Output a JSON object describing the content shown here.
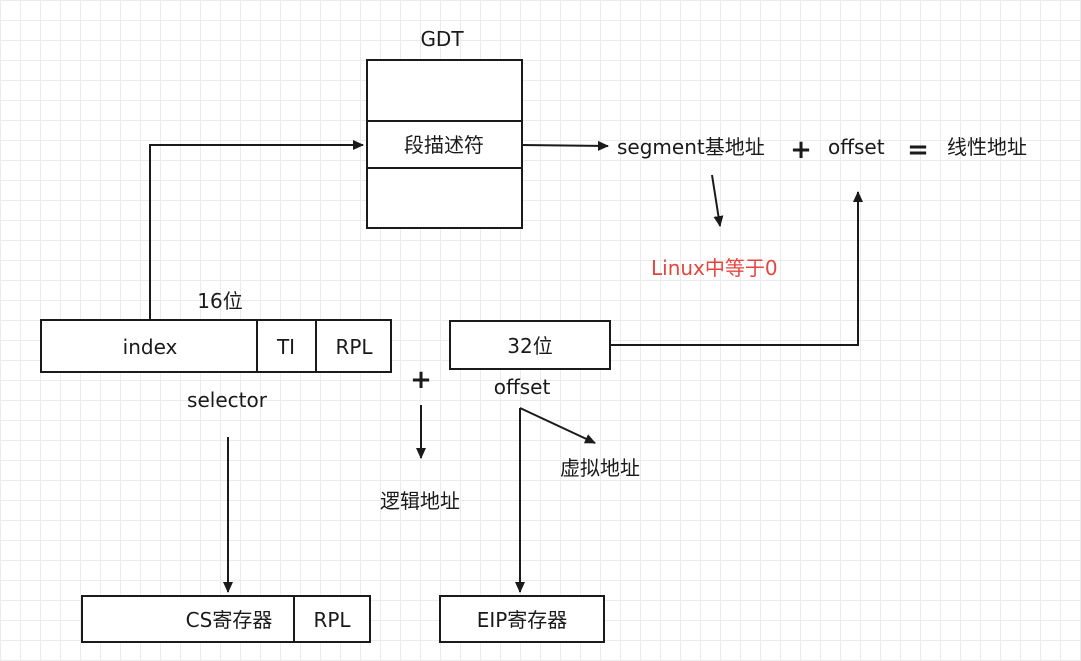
{
  "gdt": {
    "title": "GDT",
    "descriptor": "段描述符"
  },
  "selector": {
    "bits_label": "16位",
    "fields": [
      "index",
      "TI",
      "RPL"
    ],
    "name": "selector"
  },
  "plus_logical": "+",
  "offset_field": {
    "bits_label": "32位",
    "name": "offset"
  },
  "logical_address": "逻辑地址",
  "virtual_address": "虚拟地址",
  "formula": {
    "base": "segment基地址",
    "plus": "+",
    "offset": "offset",
    "equals": "=",
    "result": "线性地址"
  },
  "linux_note": "Linux中等于0",
  "registers": {
    "cs_label": "CS寄存器",
    "cs_rpl": "RPL",
    "eip_label": "EIP寄存器"
  },
  "colors": {
    "note_red": "#e5453d",
    "line": "#1a1a1a",
    "grid": "#ebebeb"
  }
}
